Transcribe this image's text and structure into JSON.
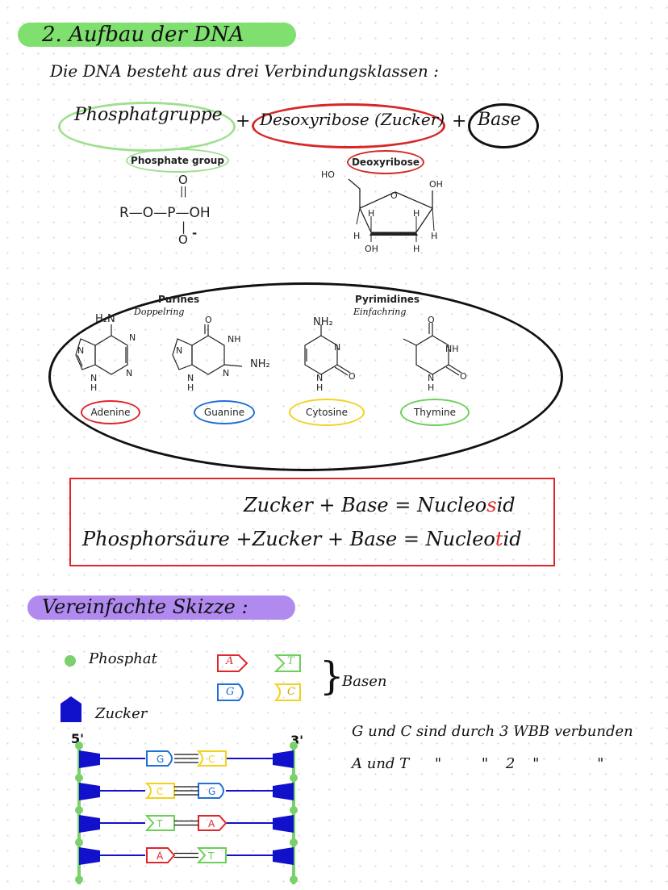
{
  "title": "2. Aufbau der DNA",
  "intro": "Die DNA besteht aus drei Verbindungsklassen :",
  "classes": {
    "phosphate": "Phosphatgruppe",
    "plus1": "+",
    "sugar": "Desoxyribose (Zucker)",
    "plus2": "+",
    "base": "Base"
  },
  "labels": {
    "phosphate_group": "Phosphate group",
    "deoxyribose": "Deoxyribose"
  },
  "phosphate_formula": {
    "top_o": "O",
    "double_bond": "||",
    "row": "R—O—P—OH",
    "vbar": "|",
    "bottom_o": "O",
    "minus": "-"
  },
  "deoxyribose_formula": {
    "ho": "HO",
    "o": "O",
    "oh_right": "OH",
    "h1": "H",
    "h2": "H",
    "h3": "H",
    "h4": "H",
    "oh_bottom": "OH",
    "h5": "H"
  },
  "bases_section": {
    "purines": "Purines",
    "purines_note": "Doppelring",
    "pyrimidines": "Pyrimidines",
    "pyrimidines_note": "Einfachring",
    "bases": [
      {
        "name": "Adenine",
        "color": "#e0262b"
      },
      {
        "name": "Guanine",
        "color": "#1f6fd6"
      },
      {
        "name": "Cytosine",
        "color": "#f2d21b"
      },
      {
        "name": "Thymine",
        "color": "#6ccf5a"
      }
    ],
    "adenine_atoms": {
      "h2n": "H₂N",
      "n1": "N",
      "n2": "N",
      "n3": "N",
      "n4": "N",
      "h": "H"
    },
    "guanine_atoms": {
      "o": "O",
      "nh": "NH",
      "nh2": "NH₂",
      "n1": "N",
      "n2": "N",
      "n3": "N",
      "h": "H"
    },
    "cytosine_atoms": {
      "nh2": "NH₂",
      "n1": "N",
      "n2": "N",
      "h": "H",
      "o": "O"
    },
    "thymine_atoms": {
      "o1": "O",
      "nh": "NH",
      "n": "N",
      "h": "H",
      "o2": "O"
    }
  },
  "equations": {
    "line1_left": "Zucker + Base =",
    "line1_word_a": "Nucleo",
    "line1_word_red": "s",
    "line1_word_b": "id",
    "line2_left": "Phosphorsäure +Zucker + Base =",
    "line2_word_a": "Nucleo",
    "line2_word_red": "t",
    "line2_word_b": "id"
  },
  "sketch_title": "Vereinfachte Skizze :",
  "legend": {
    "phosphat": "Phosphat",
    "zucker": "Zucker",
    "basen": "Basen",
    "tag_a": "A",
    "tag_t": "T",
    "tag_g": "G",
    "tag_c": "C"
  },
  "strand_ends": {
    "five": "5'",
    "three": "3'"
  },
  "ladder_pairs": [
    {
      "left": "G",
      "right": "C"
    },
    {
      "left": "C",
      "right": "G"
    },
    {
      "left": "T",
      "right": "A"
    },
    {
      "left": "A",
      "right": "T"
    }
  ],
  "notes": {
    "line1": "G und C sind durch 3 WBB verbunden",
    "line2_a": "A und T",
    "line2_q1": "\"",
    "line2_q2": "\"",
    "line2_num": "2",
    "line2_q3": "\"",
    "line2_q4": "\""
  },
  "colors": {
    "title_highlight": "#7fe06f",
    "sketch_highlight": "#b18af0",
    "phosphate_oval": "#9fe090",
    "sugar_oval": "#d62828",
    "equation_box": "#e0262b",
    "zucker_blue": "#1111cc",
    "phosphat_green": "#7ad06a"
  }
}
